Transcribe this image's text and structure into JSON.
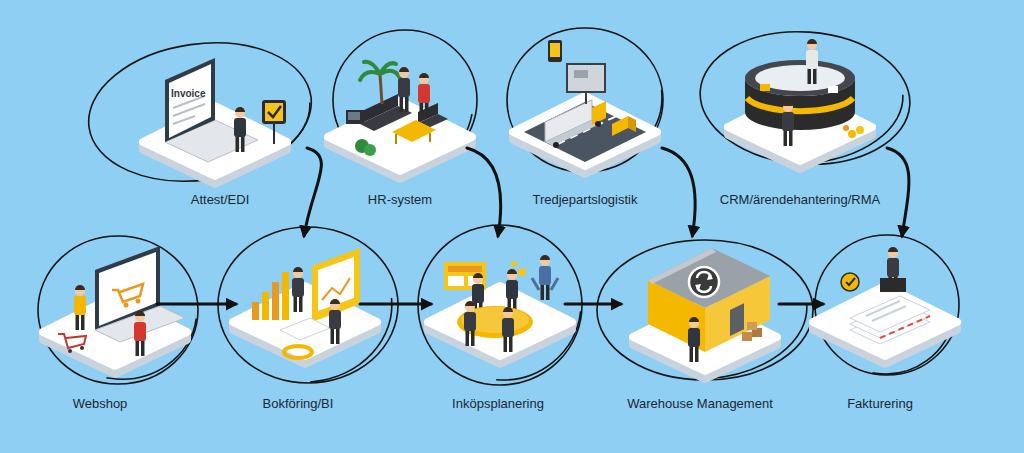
{
  "diagram": {
    "nodes": [
      {
        "text": [
          "Attest/EDI"
        ]
      },
      {
        "text": [
          "HR-system"
        ]
      },
      {
        "text": [
          "Tredjepartslogistik"
        ]
      },
      {
        "text": [
          "CRM/ärendehantering/RMA"
        ]
      },
      {
        "text": [
          "Webshop"
        ]
      },
      {
        "text": [
          "Bokföring/BI"
        ]
      },
      {
        "text": [
          "Inköpsplanering"
        ]
      },
      {
        "text": [
          "Warehouse Management"
        ]
      },
      {
        "text": [
          "Fakturering"
        ]
      }
    ],
    "edges": [
      {
        "from": 0,
        "to": 5,
        "arrow": "to"
      },
      {
        "from": 1,
        "to": 6,
        "arrow": "to"
      },
      {
        "from": 2,
        "to": 7,
        "arrow": "to"
      },
      {
        "from": 3,
        "to": 8,
        "arrow": "to"
      },
      {
        "from": 4,
        "to": 5,
        "arrow": "to"
      },
      {
        "from": 5,
        "to": 6,
        "arrow": "to"
      },
      {
        "from": 6,
        "to": 7,
        "arrow": "to"
      },
      {
        "from": 7,
        "to": 8,
        "arrow": "to"
      }
    ],
    "labels": [
      "Invoice"
    ]
  }
}
